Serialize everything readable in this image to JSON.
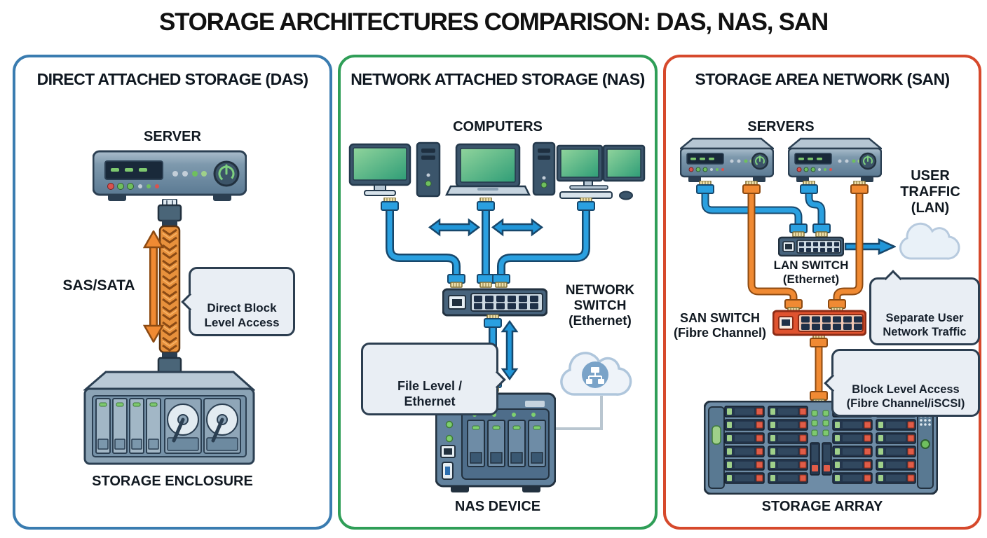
{
  "title": "STORAGE ARCHITECTURES COMPARISON: DAS, NAS, SAN",
  "panels": {
    "das": {
      "title": "DIRECT ATTACHED STORAGE (DAS)",
      "server_label": "SERVER",
      "cable_label": "SAS/SATA",
      "callout": "Direct Block\nLevel Access",
      "enclosure_label": "STORAGE ENCLOSURE",
      "border_color": "#3a7cb0"
    },
    "nas": {
      "title": "NETWORK ATTACHED STORAGE (NAS)",
      "computers_label": "COMPUTERS",
      "switch_label": "NETWORK\nSWITCH\n(Ethernet)",
      "callout": "File Level / Ethernet",
      "device_label": "NAS DEVICE",
      "border_color": "#2f9e57"
    },
    "san": {
      "title": "STORAGE AREA NETWORK (SAN)",
      "servers_label": "SERVERS",
      "user_traffic_label": "USER\nTRAFFIC\n(LAN)",
      "lan_switch_label": "LAN SWITCH\n(Ethernet)",
      "san_switch_label": "SAN SWITCH\n(Fibre Channel)",
      "user_callout": "Separate User\nNetwork Traffic",
      "block_callout": "Block Level Access\n(Fibre Channel/iSCSI)",
      "array_label": "STORAGE ARRAY",
      "border_color": "#d6492c"
    }
  },
  "colors": {
    "cable_blue": "#2aa0e0",
    "cable_orange": "#f08a33",
    "arrow_blue": "#2196d8",
    "arrow_orange": "#f08a33",
    "callout_bg": "#e9eef4",
    "device_slate": "#6e8ca6",
    "outline": "#22313f"
  },
  "icons": {
    "power": "power-icon",
    "cloud": "cloud-icon",
    "network_share": "network-share-icon",
    "double_arrow": "double-arrow-icon",
    "rj45": "rj45-connector-icon"
  }
}
